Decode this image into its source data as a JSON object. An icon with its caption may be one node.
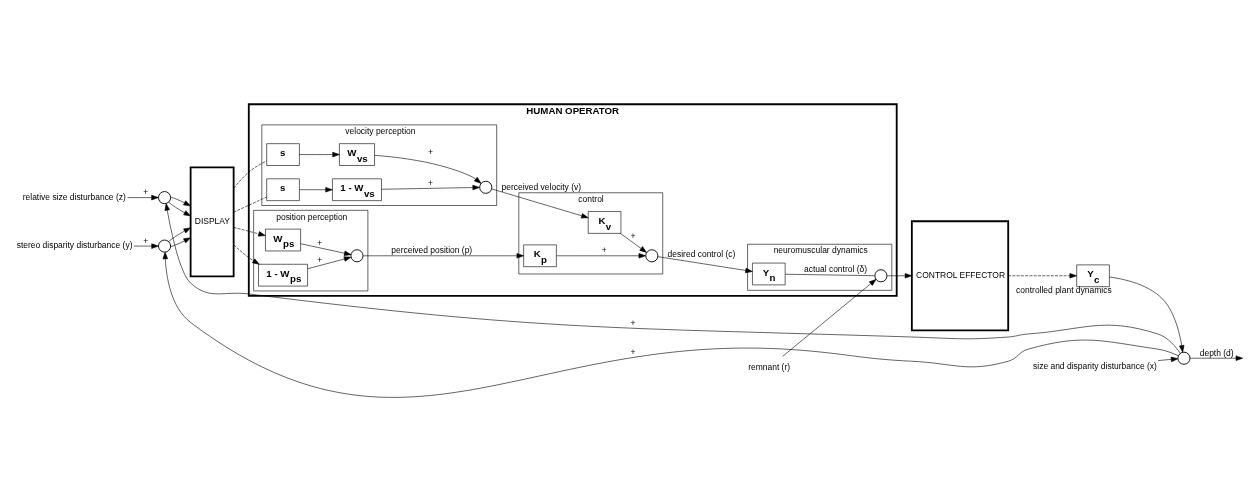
{
  "diagram": {
    "nodes": [
      {
        "text": [
          "HUMAN OPERATOR"
        ]
      },
      {
        "text": [
          "velocity perception"
        ],
        "in": 0
      },
      {
        "text": [
          "s"
        ],
        "in": 1
      },
      {
        "text": [
          "W$_{vs}$"
        ],
        "in": 1
      },
      {
        "text": [
          "s"
        ],
        "in": 1
      },
      {
        "text": [
          "1 - W$_{vs}$"
        ],
        "in": 1
      },
      {
        "text": [],
        "shape": "circle",
        "in": 1
      },
      {
        "text": [
          "position perception"
        ],
        "in": 0
      },
      {
        "text": [
          "W$_{ps}$"
        ],
        "in": 7
      },
      {
        "text": [
          "1 - W$_{ps}$"
        ],
        "in": 7
      },
      {
        "text": [],
        "shape": "circle",
        "in": 7
      },
      {
        "text": [
          "control"
        ],
        "in": 0
      },
      {
        "text": [
          "K$_{v}$"
        ],
        "in": 11
      },
      {
        "text": [
          "K$_{p}$"
        ],
        "in": 11
      },
      {
        "text": [],
        "shape": "circle",
        "in": 11
      },
      {
        "text": [
          "neuromuscular dynamics"
        ],
        "in": 0
      },
      {
        "text": [
          "Y$_{n}$"
        ],
        "in": 15
      },
      {
        "text": [],
        "shape": "circle",
        "in": 15
      },
      {
        "text": [
          "DISPLAY"
        ]
      },
      {
        "text": [
          "CONTROL EFFECTOR"
        ]
      },
      {
        "text": [],
        "shape": "circle"
      },
      {
        "text": [],
        "shape": "circle"
      },
      {
        "text": [
          "Y$_{c}$"
        ],
        "beside": [
          "controlled plant dynamics"
        ]
      },
      {
        "text": [],
        "shape": "circle"
      },
      {
        "text": [
          "stereo disparity disturbance (y)"
        ]
      },
      {
        "text": [
          "relative size disturbance (z)"
        ]
      },
      {
        "text": [
          "remnant (r)"
        ]
      },
      {
        "text": [
          "size and disparity disturbance (x)"
        ]
      }
    ],
    "edges": [
      {
        "from": 24,
        "to": 20,
        "arrow": "to",
        "label": "+"
      },
      {
        "from": 23,
        "to": 20,
        "arrow": "to",
        "label": "+"
      },
      {
        "from": 23,
        "to": 21,
        "arrow": "to",
        "label": "+"
      },
      {
        "from": 25,
        "to": 21,
        "arrow": "to",
        "label": "+"
      },
      {
        "from": 20,
        "to": 18,
        "arrow": "to"
      },
      {
        "from": 20,
        "to": 18,
        "arrow": "to"
      },
      {
        "from": 21,
        "to": 18,
        "arrow": "to"
      },
      {
        "from": 21,
        "to": 18,
        "arrow": "to"
      },
      {
        "from": 18,
        "to": 2,
        "arrow": "none",
        "style": "dashed"
      },
      {
        "from": 18,
        "to": 4,
        "arrow": "none",
        "style": "dashed"
      },
      {
        "from": 18,
        "to": 8,
        "arrow": "to",
        "style": "dashed"
      },
      {
        "from": 18,
        "to": 9,
        "arrow": "to",
        "style": "dashed"
      },
      {
        "from": 2,
        "to": 3,
        "arrow": "to"
      },
      {
        "from": 4,
        "to": 5,
        "arrow": "to"
      },
      {
        "from": 3,
        "to": 6,
        "arrow": "to",
        "label": "+"
      },
      {
        "from": 5,
        "to": 6,
        "arrow": "to",
        "label": "+"
      },
      {
        "from": 8,
        "to": 10,
        "arrow": "to",
        "label": "+"
      },
      {
        "from": 9,
        "to": 10,
        "arrow": "to",
        "label": "+"
      },
      {
        "from": 6,
        "to": 12,
        "arrow": "to",
        "label": "perceived velocity (v)"
      },
      {
        "from": 10,
        "to": 13,
        "arrow": "to",
        "label": "perceived position (p)"
      },
      {
        "from": 12,
        "to": 14,
        "arrow": "to",
        "label": "+"
      },
      {
        "from": 13,
        "to": 14,
        "arrow": "to",
        "label": "+"
      },
      {
        "from": 14,
        "to": 16,
        "arrow": "to",
        "label": "desired control (c)"
      },
      {
        "from": 16,
        "to": 17,
        "arrow": "none",
        "label": "actual control (δ)"
      },
      {
        "from": 26,
        "to": 17,
        "arrow": "to"
      },
      {
        "from": 17,
        "to": 19,
        "arrow": "to"
      },
      {
        "from": 19,
        "to": 22,
        "arrow": "to",
        "style": "dashed"
      },
      {
        "from": 22,
        "to": 23,
        "arrow": "to"
      },
      {
        "from": 27,
        "to": 23,
        "arrow": "to"
      },
      {
        "from": 23,
        "to": null,
        "arrow": "to",
        "label": "depth (d)"
      }
    ]
  }
}
